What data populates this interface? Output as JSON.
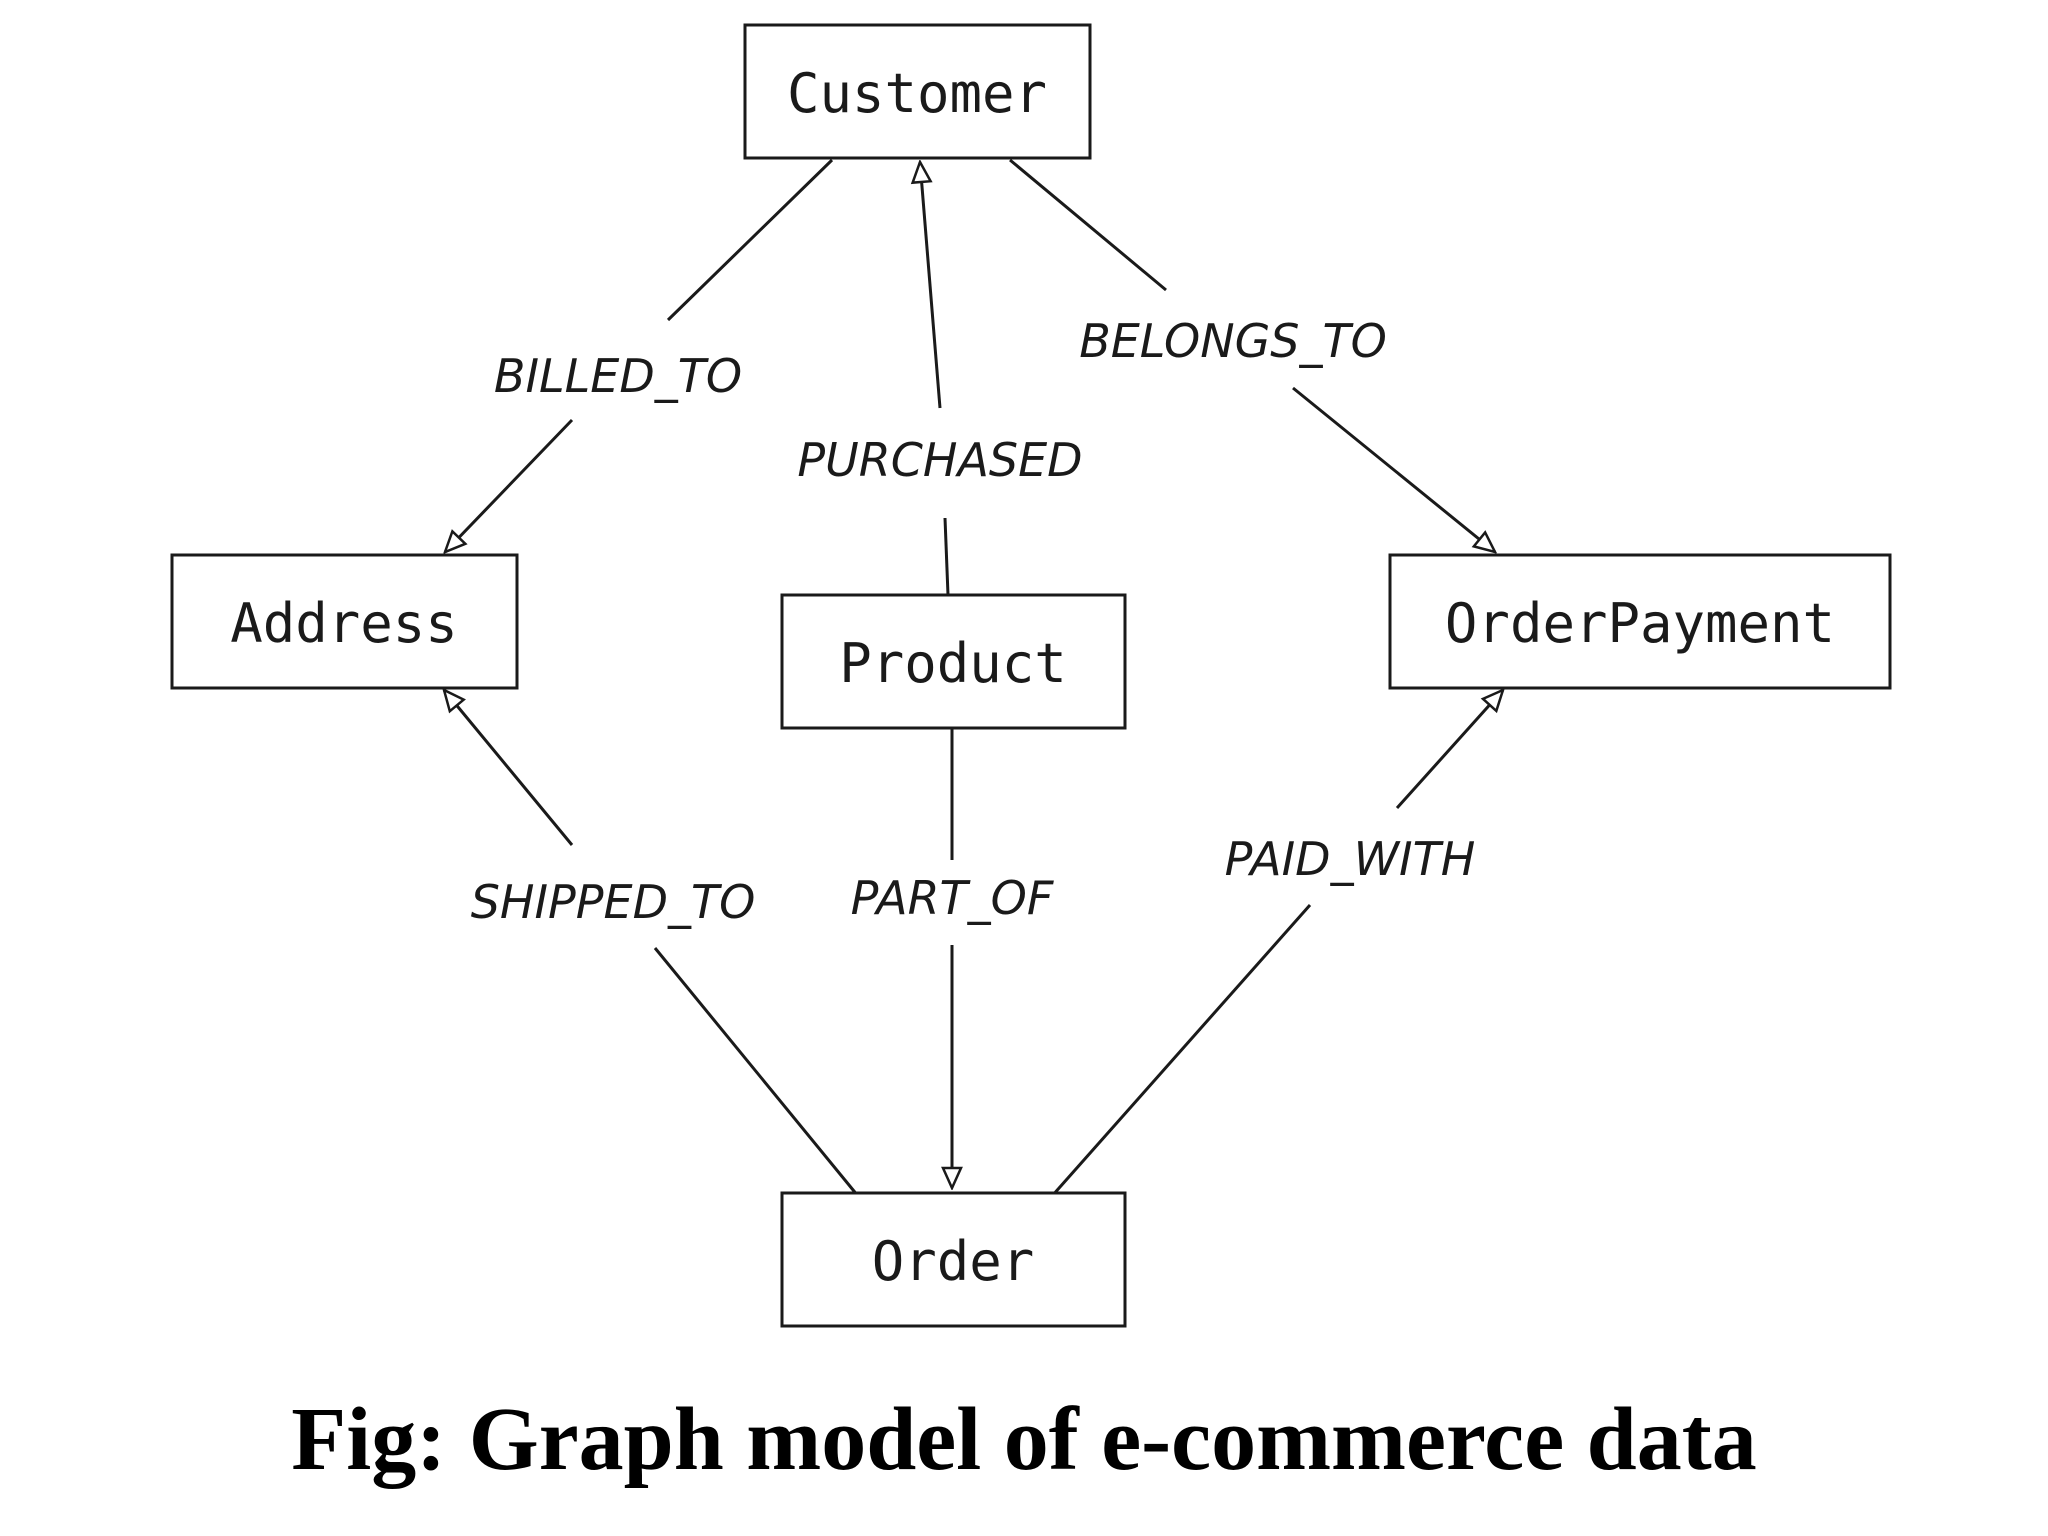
{
  "diagram": {
    "nodes": {
      "customer": "Customer",
      "address": "Address",
      "product": "Product",
      "order_payment": "OrderPayment",
      "order": "Order"
    },
    "edges": {
      "billed_to": "BILLED_TO",
      "purchased": "PURCHASED",
      "belongs_to": "BELONGS_TO",
      "shipped_to": "SHIPPED_TO",
      "part_of": "PART_OF",
      "paid_with": "PAID_WITH"
    },
    "colors": {
      "stroke": "#1a1a1a",
      "background": "#ffffff"
    }
  },
  "caption": "Fig: Graph model of e-commerce data"
}
